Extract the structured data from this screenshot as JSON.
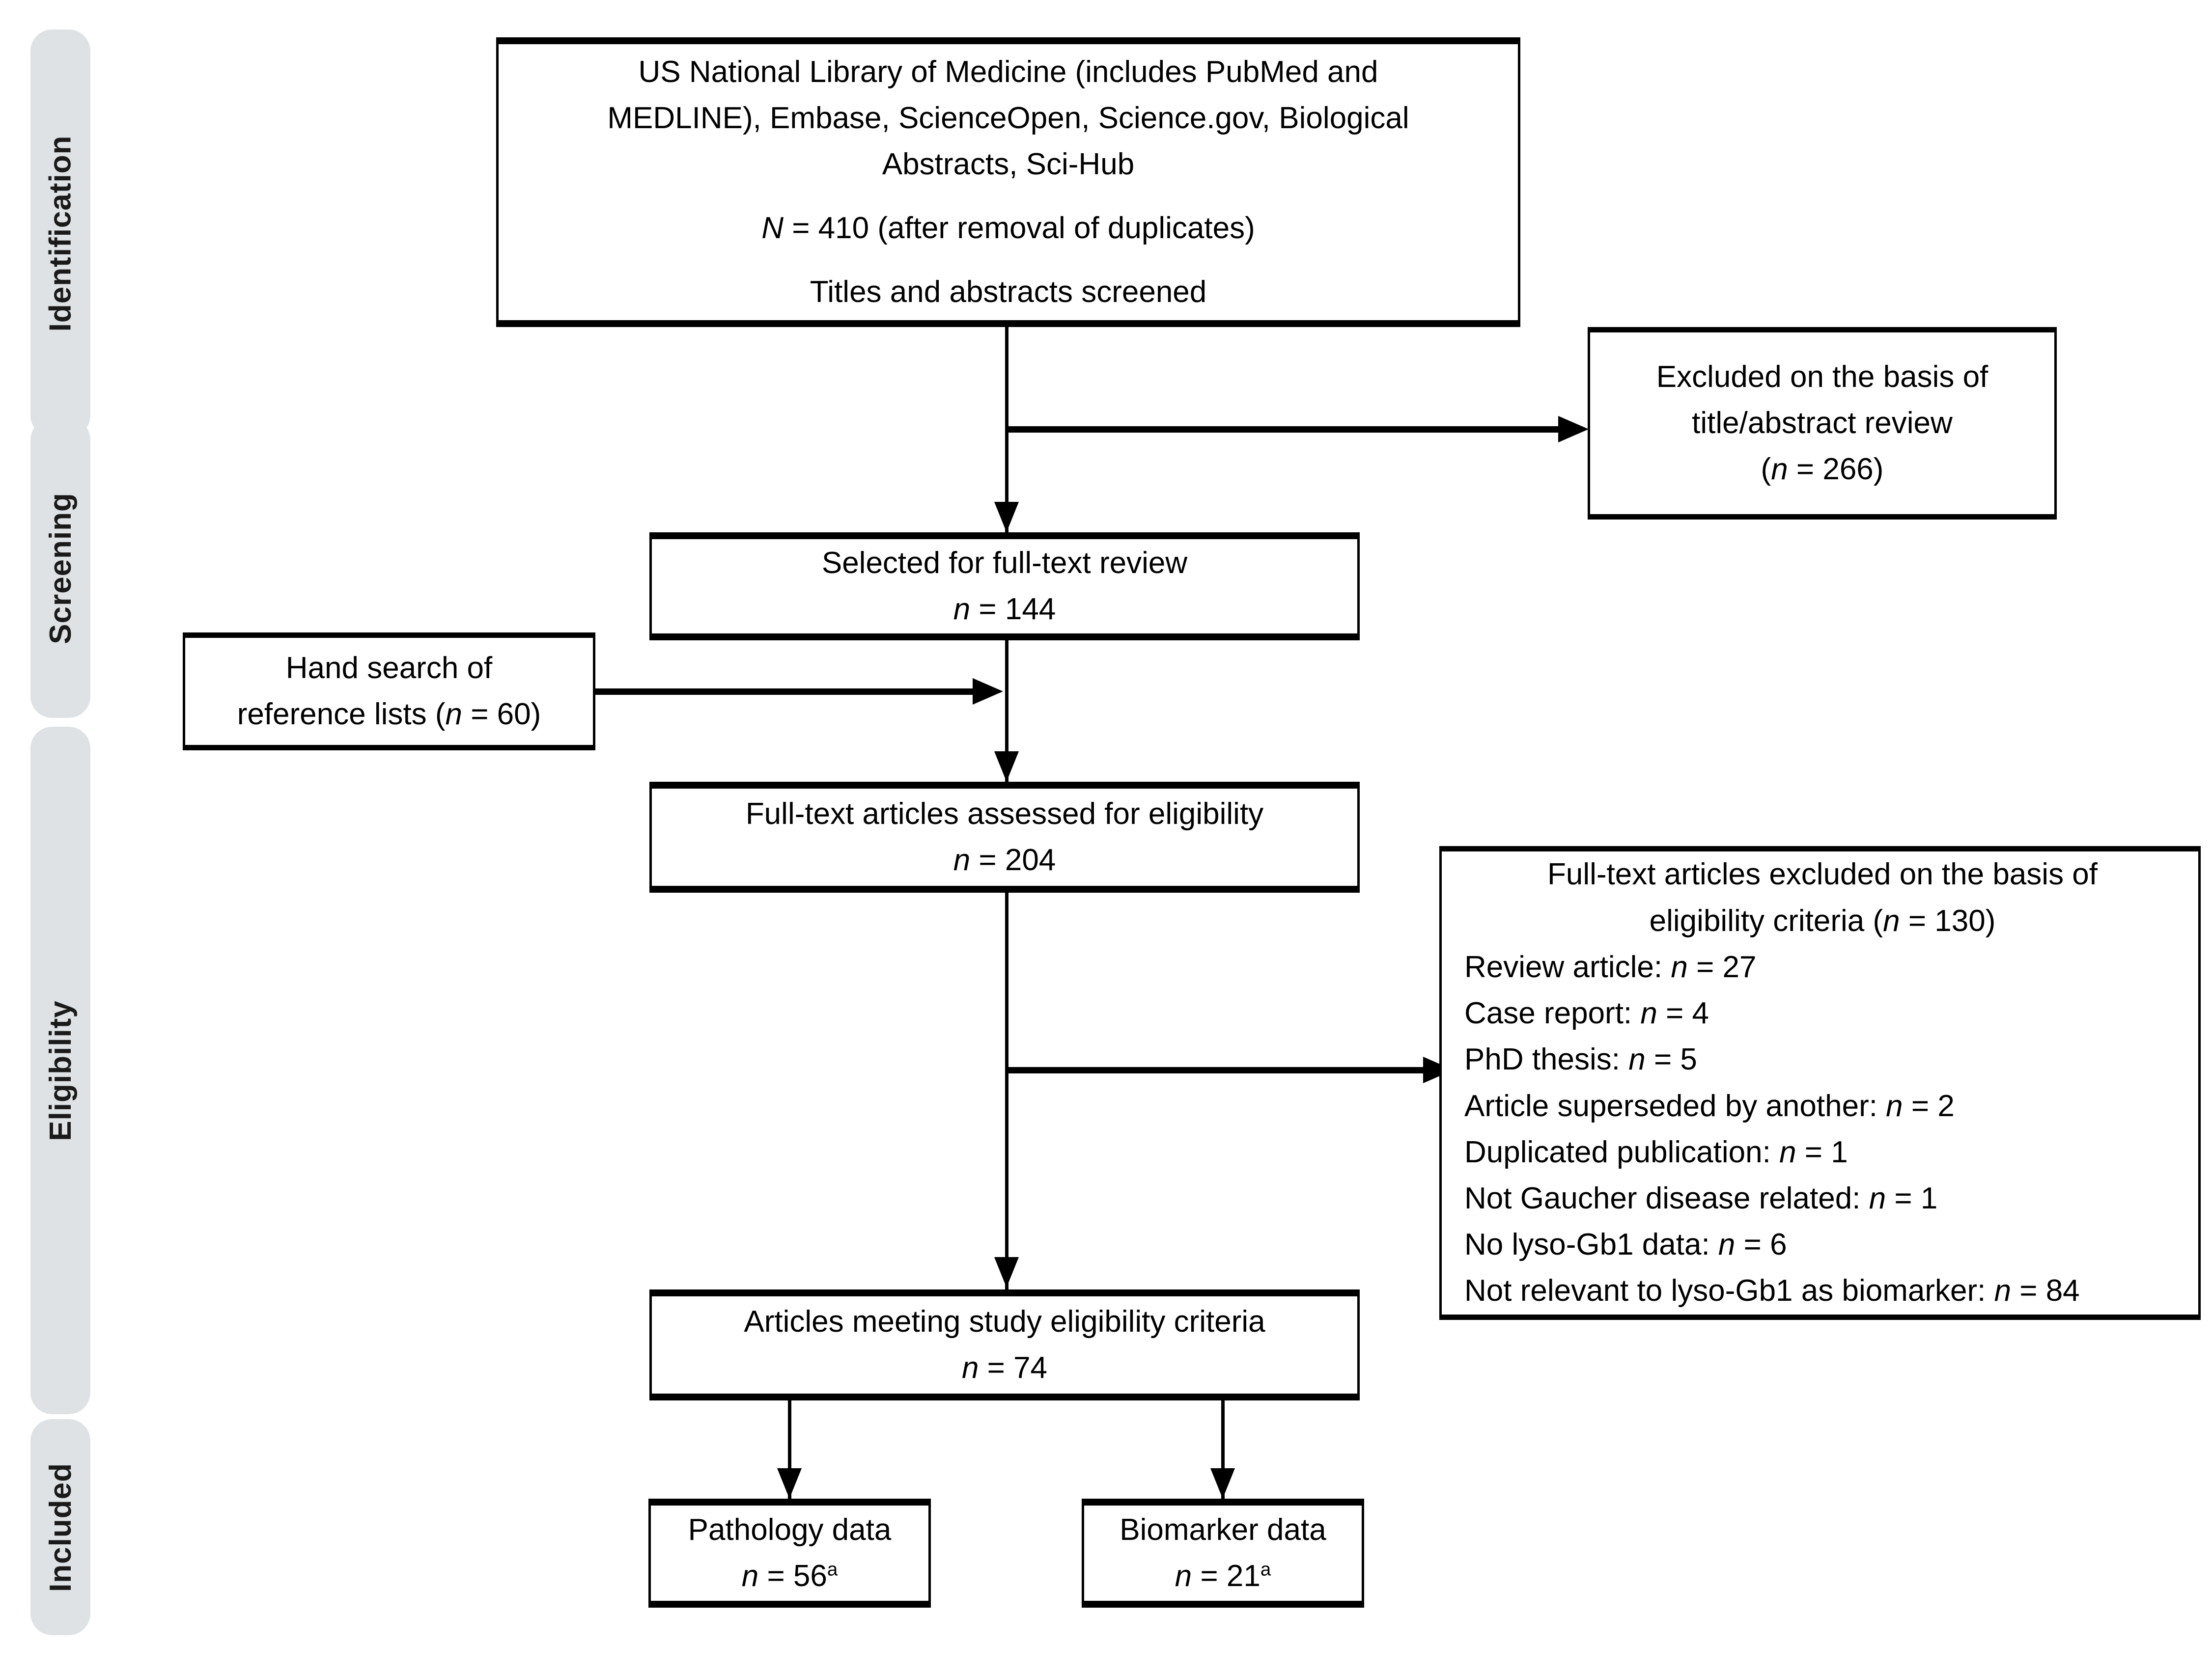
{
  "figure": {
    "type": "prisma-flow-diagram",
    "phases": [
      {
        "label": "Identification"
      },
      {
        "label": "Screening"
      },
      {
        "label": "Eligibility"
      },
      {
        "label": "Included"
      }
    ],
    "boxes": {
      "sources": {
        "line1": "US National Library of Medicine (includes PubMed and",
        "line2": "MEDLINE), Embase, ScienceOpen, Science.gov, Biological",
        "line3": "Abstracts, Sci-Hub",
        "count_prefix": "N",
        "count_value": " = 410 (after removal of duplicates)",
        "screened": "Titles and abstracts screened"
      },
      "excluded_title_abstract": {
        "line1": "Excluded on the basis of",
        "line2": "title/abstract review",
        "count_open": "(",
        "count_prefix": "n",
        "count_value": " = 266)"
      },
      "full_text_selected": {
        "line1": "Selected for full-text review",
        "count_prefix": "n",
        "count_value": " = 144"
      },
      "hand_search": {
        "line1": "Hand search of",
        "line2_pre": "reference lists (",
        "line2_prefix": "n",
        "line2_post": " = 60)"
      },
      "assessed": {
        "line1": "Full-text articles assessed for eligibility",
        "count_prefix": "n",
        "count_value": " = 204"
      },
      "excluded_eligibility": {
        "header_line1": "Full-text articles excluded on the basis of",
        "header_line2_pre": "eligibility criteria (",
        "header_line2_prefix": "n",
        "header_line2_post": " = 130)",
        "reasons": [
          {
            "label": "Review article: ",
            "prefix": "n",
            "value": " = 27"
          },
          {
            "label": "Case report: ",
            "prefix": "n",
            "value": " = 4"
          },
          {
            "label": "PhD thesis: ",
            "prefix": "n",
            "value": " = 5"
          },
          {
            "label": "Article superseded by another: ",
            "prefix": "n",
            "value": " = 2"
          },
          {
            "label": "Duplicated publication: ",
            "prefix": "n",
            "value": " = 1"
          },
          {
            "label": "Not Gaucher disease related: ",
            "prefix": "n",
            "value": " = 1"
          },
          {
            "label": "No lyso-Gb1 data: ",
            "prefix": "n",
            "value": " = 6"
          },
          {
            "label": "Not relevant to lyso-Gb1 as biomarker: ",
            "prefix": "n",
            "value": " = 84"
          }
        ]
      },
      "meeting_criteria": {
        "line1": "Articles meeting study eligibility criteria",
        "count_prefix": "n",
        "count_value": " = 74"
      },
      "pathology": {
        "line1": "Pathology data",
        "count_prefix": "n",
        "count_value": " = 56",
        "count_note": "a"
      },
      "biomarker": {
        "line1": "Biomarker data",
        "count_prefix": "n",
        "count_value": " = 21",
        "count_note": "a"
      }
    },
    "colors": {
      "phase_tab_bg": "#dfe2e4",
      "box_border": "#000000",
      "text": "#000000",
      "canvas_bg": "#ffffff"
    }
  }
}
